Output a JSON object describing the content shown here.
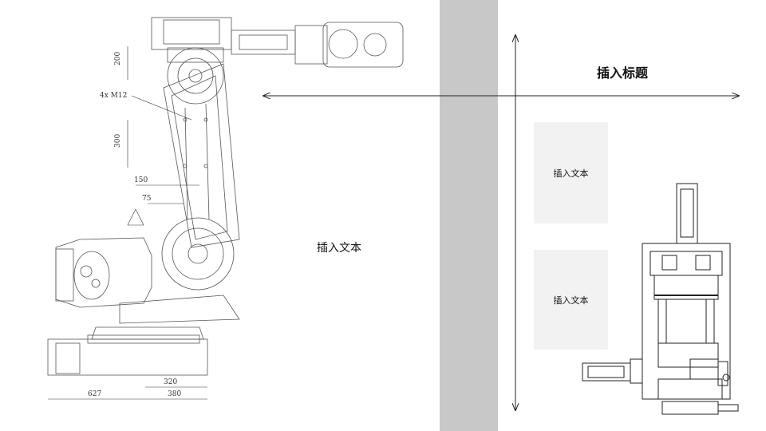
{
  "slide": {
    "title": "插入标题",
    "center_text": "插入文本",
    "box1_text": "插入文本",
    "box2_text": "插入文本"
  },
  "drawing": {
    "dimensions": [
      "200",
      "4x M12",
      "300",
      "150",
      "75",
      "320",
      "380",
      "627"
    ]
  },
  "colors": {
    "band": "#c8c8c8",
    "box": "#f2f2f2",
    "line": "#222222"
  }
}
